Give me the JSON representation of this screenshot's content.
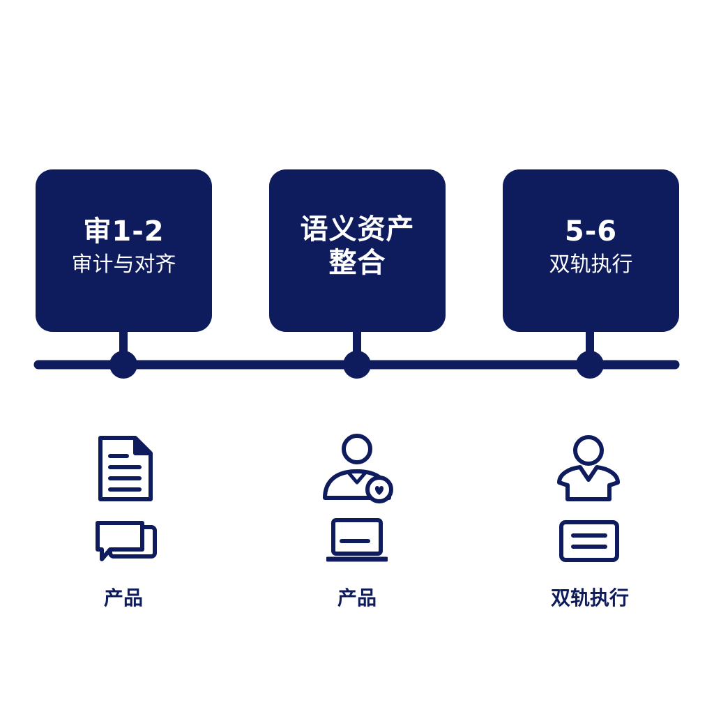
{
  "colors": {
    "primary": "#0e1b5c",
    "background": "#ffffff",
    "text_on_primary": "#ffffff"
  },
  "phases": [
    {
      "title": "审1-2",
      "subtitle": "审计与对齐",
      "icons": [
        "document-icon",
        "chat-bubbles-icon"
      ],
      "label": "产品"
    },
    {
      "title": "语义资产",
      "subtitle": "整合",
      "icons": [
        "user-heart-icon",
        "laptop-icon"
      ],
      "label": "产品"
    },
    {
      "title": "5-6",
      "subtitle": "双轨执行",
      "icons": [
        "user-icon",
        "card-list-icon"
      ],
      "label": "双轨执行"
    }
  ]
}
